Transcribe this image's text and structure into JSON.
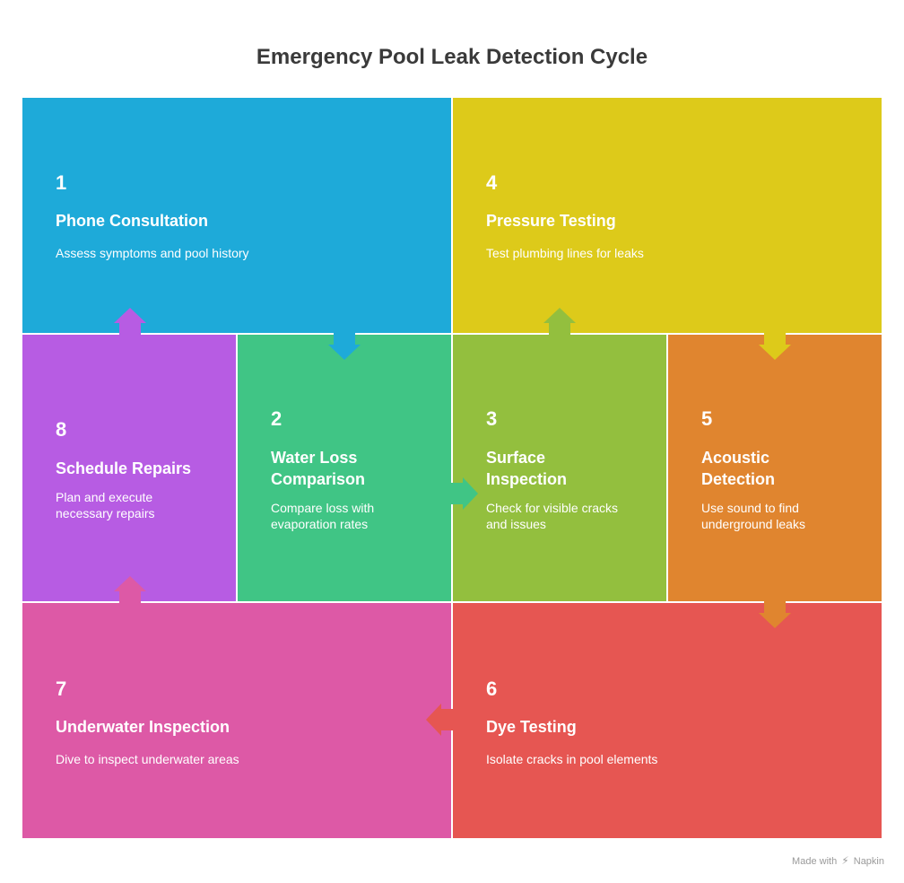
{
  "title": "Emergency Pool Leak Detection Cycle",
  "colors": {
    "blue": "#1EAAD9",
    "yellow": "#DDCA1A",
    "purple": "#B75CE3",
    "green": "#40C585",
    "lime": "#93BF3E",
    "orange": "#E0852F",
    "magenta": "#DD59A6",
    "red": "#E65652"
  },
  "steps": [
    {
      "number": "1",
      "title": "Phone Consultation",
      "description": "Assess symptoms and pool history"
    },
    {
      "number": "2",
      "title_lines": [
        "Water Loss",
        "Comparison"
      ],
      "description_lines": [
        "Compare loss with",
        "evaporation rates"
      ]
    },
    {
      "number": "3",
      "title_lines": [
        "Surface",
        "Inspection"
      ],
      "description_lines": [
        "Check for visible cracks",
        "and issues"
      ]
    },
    {
      "number": "4",
      "title": "Pressure Testing",
      "description": "Test plumbing lines for leaks"
    },
    {
      "number": "5",
      "title_lines": [
        "Acoustic",
        "Detection"
      ],
      "description_lines": [
        "Use sound to find",
        "underground leaks"
      ]
    },
    {
      "number": "6",
      "title": "Dye Testing",
      "description": "Isolate cracks in pool elements"
    },
    {
      "number": "7",
      "title": "Underwater Inspection",
      "description": "Dive to inspect underwater areas"
    },
    {
      "number": "8",
      "title": "Schedule Repairs",
      "description_lines": [
        "Plan and execute",
        "necessary repairs"
      ]
    }
  ],
  "footer": {
    "made_with": "Made with",
    "brand": "Napkin",
    "brand_icon": "napkin-bolt-icon"
  }
}
